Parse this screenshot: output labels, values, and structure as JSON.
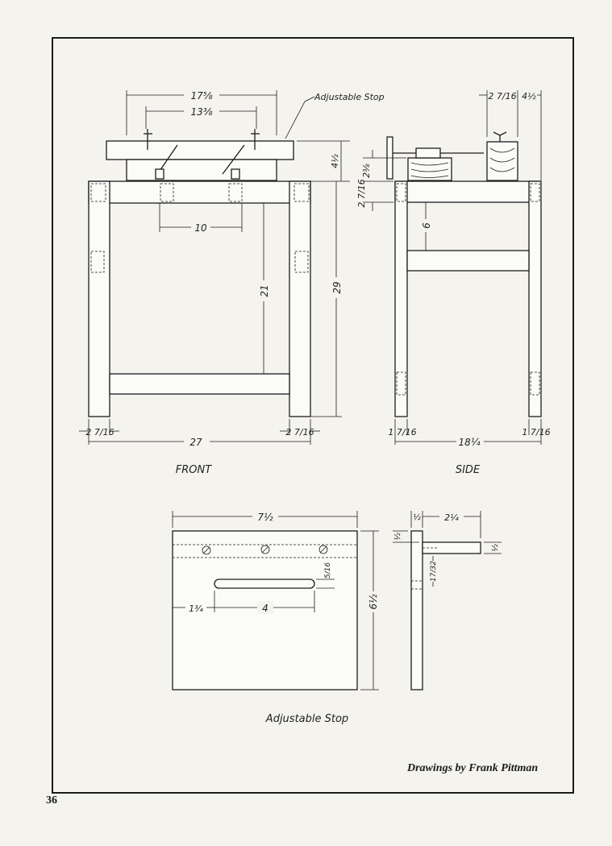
{
  "page": {
    "number": "36",
    "credit": "Drawings by Frank Pittman"
  },
  "front": {
    "title": "FRONT",
    "callout": "Adjustable Stop",
    "dims": {
      "top_width": "17⅝",
      "stop_span": "13⅜",
      "vise_height": "4½",
      "inner_span": "10",
      "leg_inner_height": "21",
      "overall_height": "29",
      "leg_width_left": "2 7/16",
      "leg_width_right": "2 7/16",
      "overall_width": "27"
    }
  },
  "side": {
    "title": "SIDE",
    "dims": {
      "stop_offset": "2 7/16",
      "stop_width": "4½",
      "clamp_height": "2⅜",
      "rail_height": "2 7/16",
      "rail_gap": "6",
      "leg_left": "1 7/16",
      "depth": "18¼",
      "leg_right": "1 7/16"
    }
  },
  "stop": {
    "title": "Adjustable  Stop",
    "dims": {
      "width": "7½",
      "height": "6½",
      "slot_width": "5/16",
      "slot_offset": "1¾",
      "slot_length": "4",
      "thickness": "½",
      "fence_length": "2¼",
      "fence_top": "½",
      "fence_thickness": "½",
      "hole_dia": "17/32"
    }
  }
}
